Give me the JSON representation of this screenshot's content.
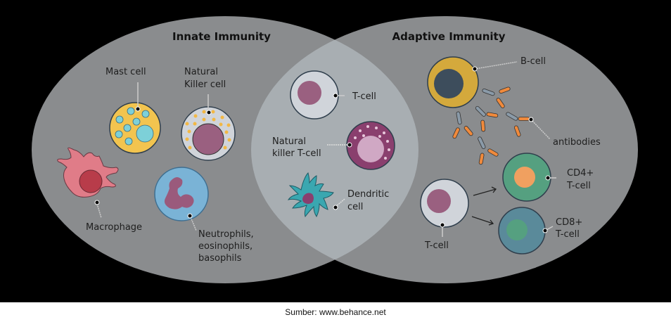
{
  "titles": {
    "innate": "Innate Immunity",
    "adaptive": "Adaptive Immunity"
  },
  "innate": {
    "mast_cell": "Mast cell",
    "nk_cell": [
      "Natural",
      "Killer cell"
    ],
    "macrophage": "Macrophage",
    "granulocytes": [
      "Neutrophils,",
      "eosinophils,",
      "basophils"
    ]
  },
  "shared": {
    "t_cell": "T-cell",
    "nkt_cell": [
      "Natural",
      "killer T-cell"
    ],
    "dendritic": [
      "Dendritic",
      "cell"
    ]
  },
  "adaptive": {
    "b_cell": "B-cell",
    "antibodies": "antibodies",
    "cd4": [
      "CD4+",
      "T-cell"
    ],
    "cd8": [
      "CD8+",
      "T-cell"
    ],
    "t_cell": "T-cell"
  },
  "colors": {
    "ellipse": "#8a8c8e",
    "overlap": "#a8aeb2",
    "mast": "#f2c44f",
    "bcell": "#d4a93c",
    "antibody": "#f08a3c"
  },
  "caption": "Sumber: www.behance.net"
}
